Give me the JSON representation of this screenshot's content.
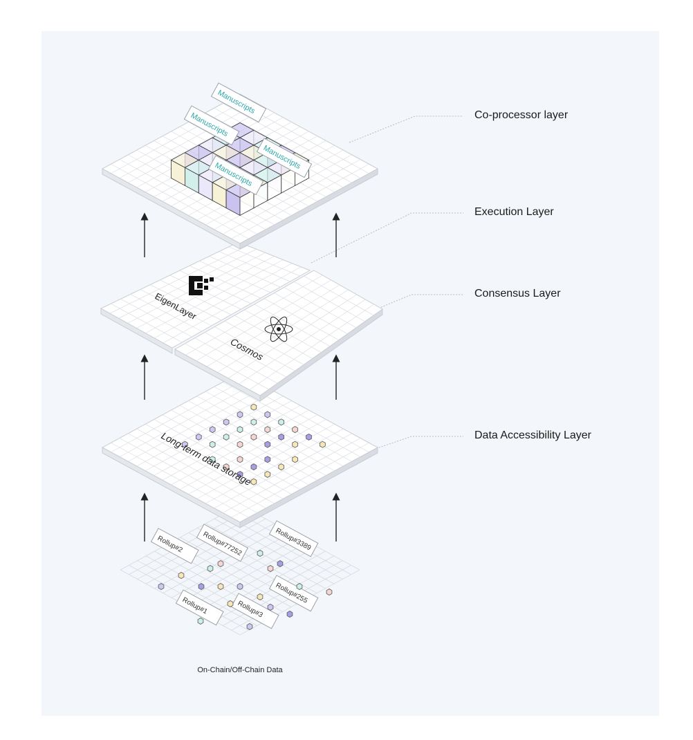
{
  "layers": [
    {
      "label": "Co-processor layer"
    },
    {
      "label": "Execution Layer"
    },
    {
      "label": "Consensus Layer"
    },
    {
      "label": "Data Accessibility Layer"
    }
  ],
  "coprocessor": {
    "manuscripts": [
      "Manuscripts",
      "Manuscripts",
      "Manuscripts",
      "Manuscripts"
    ]
  },
  "execution": {
    "name": "EigenLayer",
    "icon": "eigenlayer-logo-icon"
  },
  "consensus": {
    "name": "Cosmos",
    "icon": "atom-icon"
  },
  "data_accessibility": {
    "name": "Long-term data storage"
  },
  "rollups": [
    "Rollup#2",
    "Rollup#77252",
    "Rollup#3389",
    "Rollup#1",
    "Rollup#3",
    "Rollup#255"
  ],
  "footer": {
    "caption": "On-Chain/Off-Chain Data"
  },
  "colors": {
    "background": "#f3f6fa",
    "plane": "#ffffff",
    "grid": "#d9dde3",
    "edge": "#c9cdd3",
    "cube_purple": "#cbc3ef",
    "cube_teal": "#d3efec",
    "cube_cream": "#f7f1d8",
    "manuscript_text": "#2aa7a7"
  }
}
